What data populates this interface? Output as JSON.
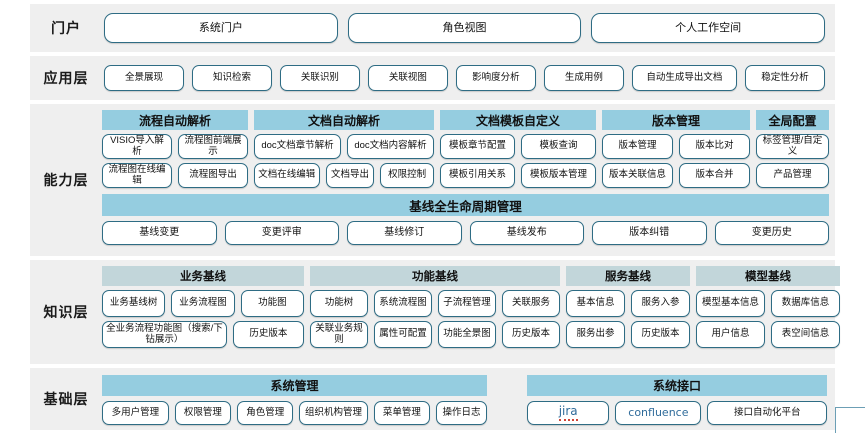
{
  "colors": {
    "band_bg": "#efefef",
    "pill_border": "#2e6c84",
    "group_header": "#95cde0",
    "group_header_soft": "#c2d6da",
    "page_bg": "#ffffff"
  },
  "layers": {
    "portal": {
      "label": "门户",
      "items": [
        "系统门户",
        "角色视图",
        "个人工作空间"
      ]
    },
    "application": {
      "label": "应用层",
      "items": [
        "全景展现",
        "知识检索",
        "关联识别",
        "关联视图",
        "影响度分析",
        "生成用例",
        "自动生成导出文档",
        "稳定性分析"
      ]
    },
    "capability": {
      "label": "能力层",
      "groups": [
        {
          "title": "流程自动解析",
          "rows": [
            [
              "VISIO导入解析",
              "流程图前端展示"
            ],
            [
              "流程图在线编辑",
              "流程图导出"
            ]
          ]
        },
        {
          "title": "文档自动解析",
          "rows": [
            [
              "doc文档章节解析",
              "doc文档内容解析"
            ],
            [
              "文档在线编辑",
              "文档导出",
              "权限控制"
            ]
          ]
        },
        {
          "title": "文档模板自定义",
          "rows": [
            [
              "模板章节配置",
              "模板查询"
            ],
            [
              "模板引用关系",
              "模板版本管理"
            ]
          ]
        },
        {
          "title": "版本管理",
          "rows": [
            [
              "版本管理",
              "版本比对"
            ],
            [
              "版本关联信息",
              "版本合并"
            ]
          ]
        },
        {
          "title": "全局配置",
          "rows": [
            [
              "标签管理/自定义"
            ],
            [
              "产品管理"
            ]
          ]
        }
      ],
      "baseline": {
        "title": "基线全生命周期管理",
        "items": [
          "基线变更",
          "变更评审",
          "基线修订",
          "基线发布",
          "版本纠错",
          "变更历史"
        ]
      }
    },
    "knowledge": {
      "label": "知识层",
      "groups": [
        {
          "title": "业务基线",
          "rows": [
            [
              "业务基线树",
              "业务流程图",
              "功能图"
            ],
            [
              "全业务流程功能图（搜索/下钻展示）",
              "历史版本"
            ]
          ]
        },
        {
          "title": "功能基线",
          "rows": [
            [
              "功能树",
              "系统流程图",
              "子流程管理",
              "关联服务"
            ],
            [
              "关联业务规则",
              "属性可配置",
              "功能全景图",
              "历史版本"
            ]
          ]
        },
        {
          "title": "服务基线",
          "rows": [
            [
              "基本信息",
              "服务入参"
            ],
            [
              "服务出参",
              "历史版本"
            ]
          ]
        },
        {
          "title": "模型基线",
          "rows": [
            [
              "模型基本信息",
              "数据库信息"
            ],
            [
              "用户信息",
              "表空间信息"
            ]
          ]
        }
      ]
    },
    "foundation": {
      "label": "基础层",
      "groups": [
        {
          "title": "系统管理",
          "items": [
            "多用户管理",
            "权限管理",
            "角色管理",
            "组织机构管理",
            "菜单管理",
            "操作日志"
          ]
        },
        {
          "title": "系统接口",
          "items": [
            "jira",
            "confluence",
            "接口自动化平台"
          ]
        }
      ]
    }
  }
}
